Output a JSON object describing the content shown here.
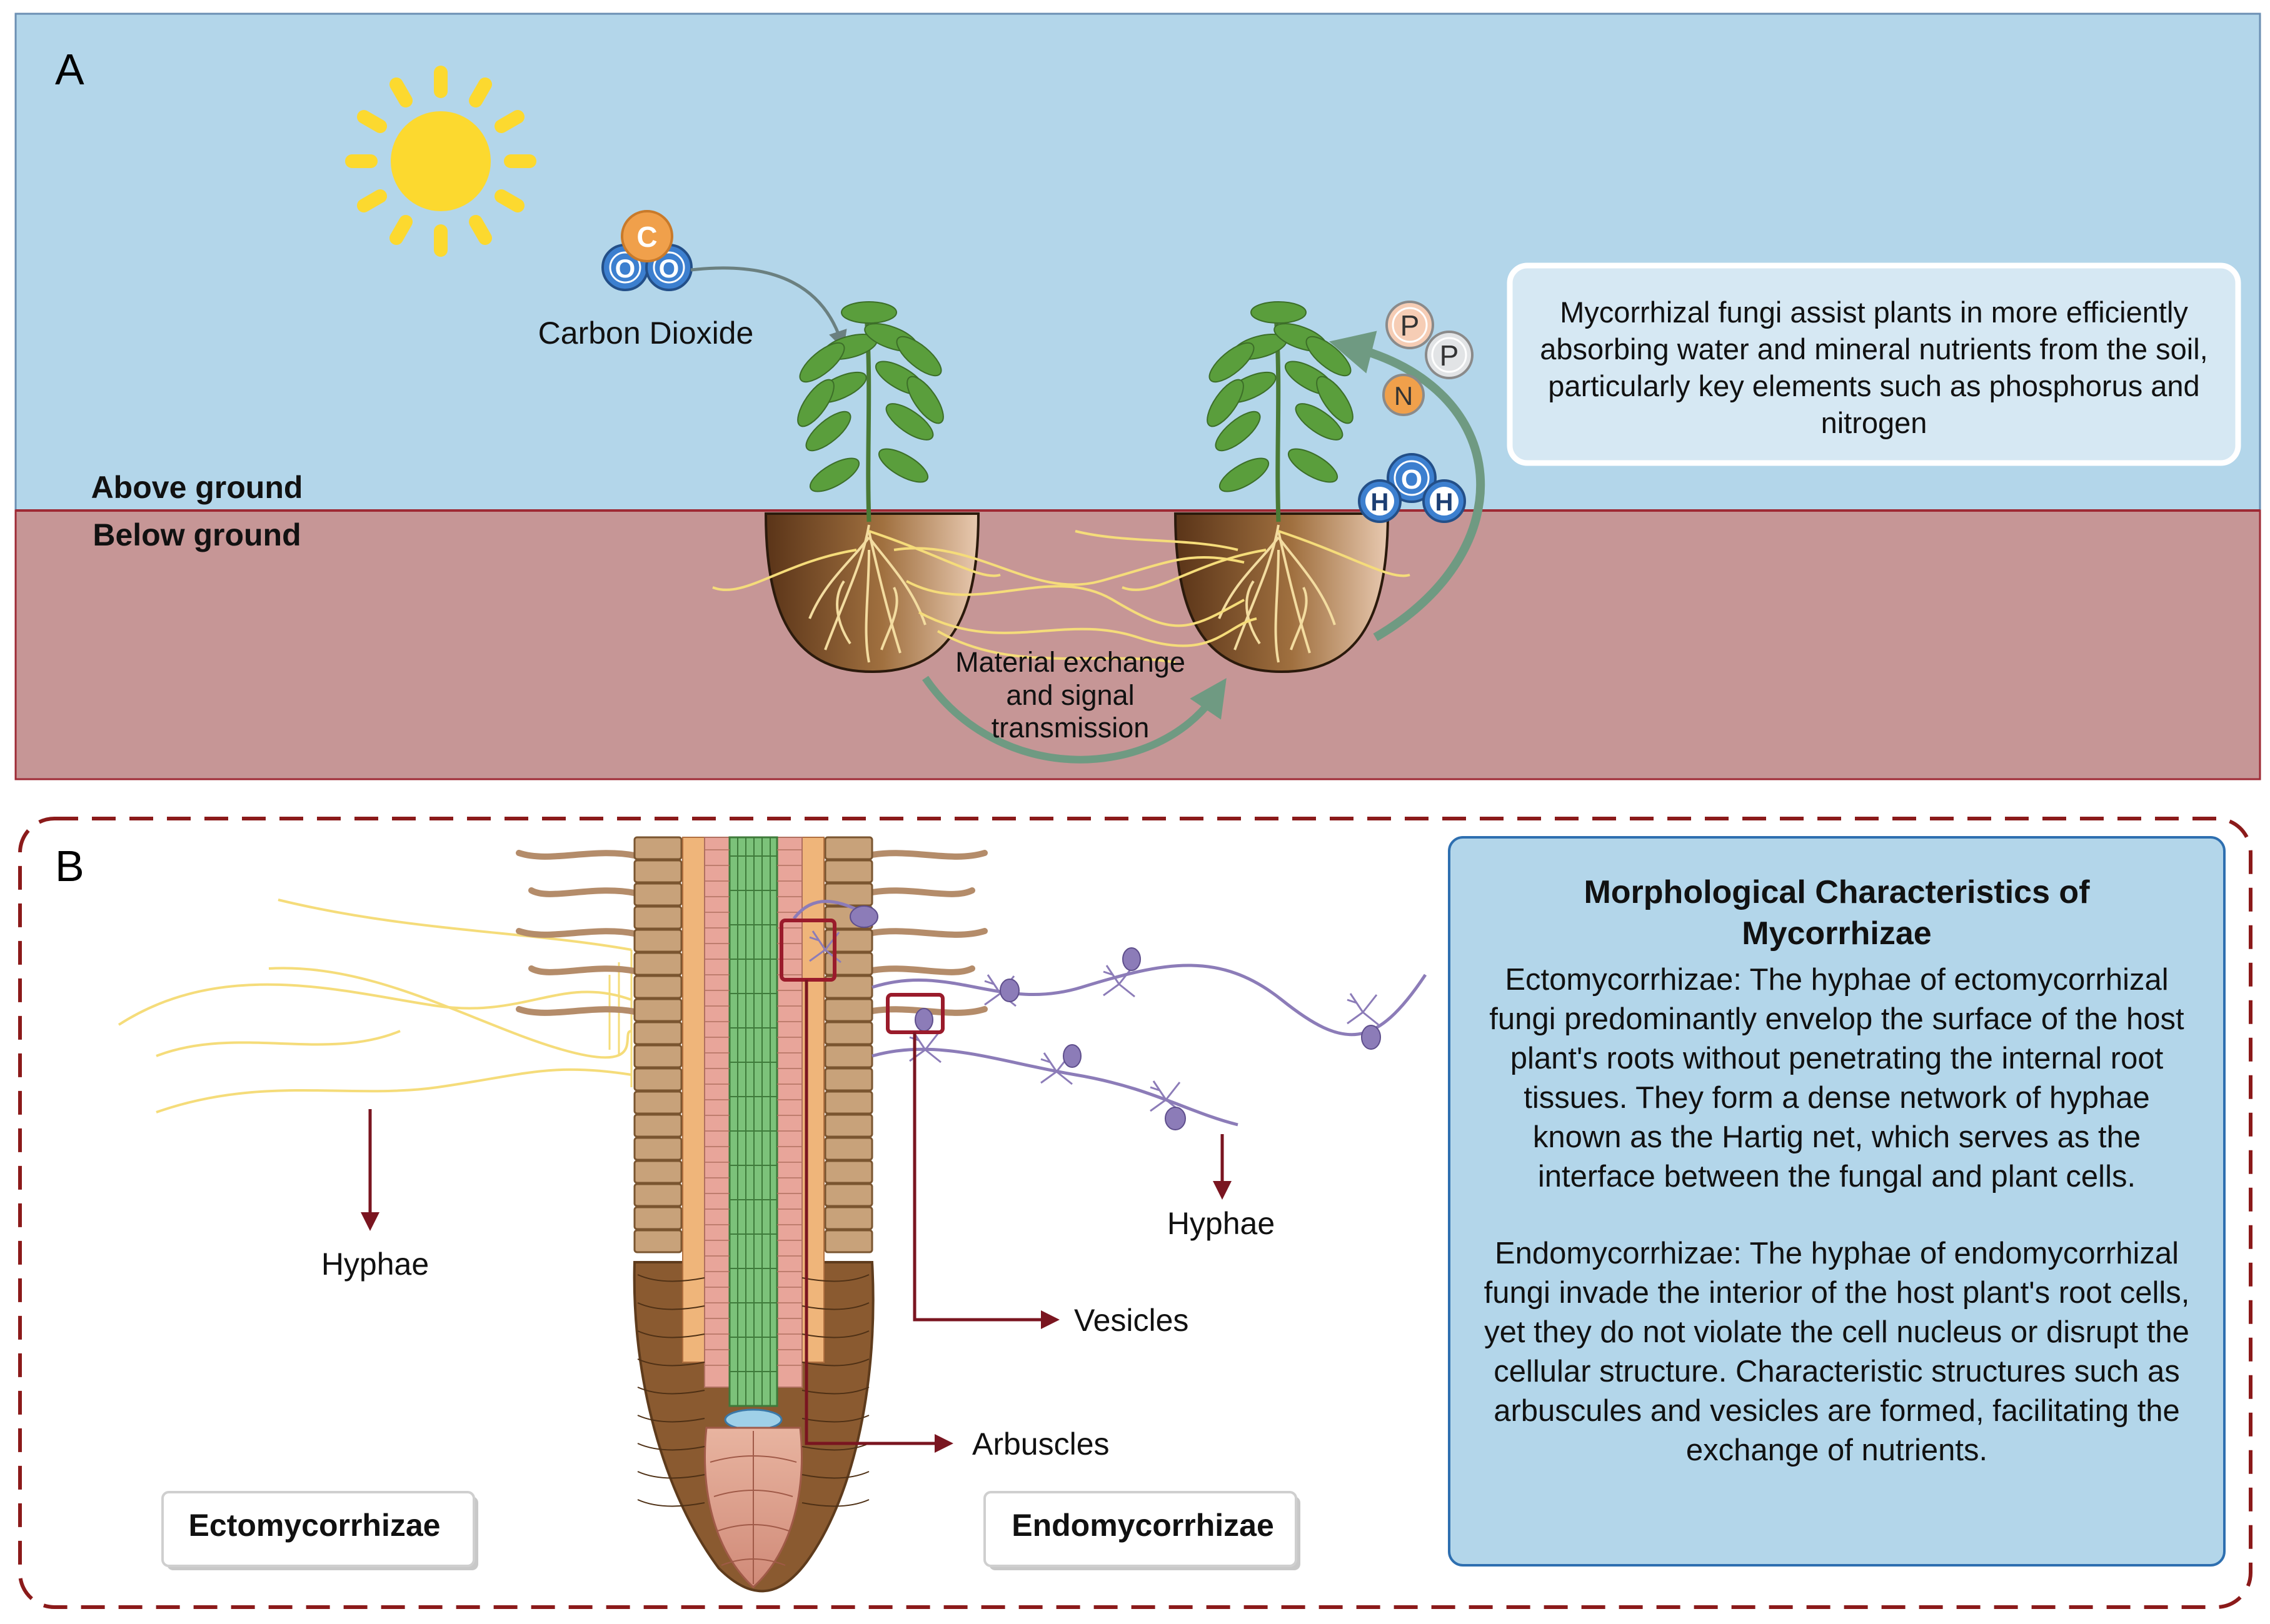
{
  "panel_a": {
    "letter": "A",
    "labels": {
      "above_ground": "Above ground",
      "below_ground": "Below ground",
      "carbon_dioxide": "Carbon Dioxide",
      "exchange_1": "Material exchange",
      "exchange_2": "and signal",
      "exchange_3": "transmission"
    },
    "molecules": {
      "carbon": "C",
      "oxygen": "O",
      "phosphorus": "P",
      "nitrogen": "N",
      "hydrogen": "H"
    },
    "info_box": "Mycorrhizal fungi assist plants in more efficiently absorbing water and mineral nutrients from the soil, particularly key elements such as phosphorus and nitrogen"
  },
  "panel_b": {
    "letter": "B",
    "labels": {
      "hyphae_left": "Hyphae",
      "hyphae_right": "Hyphae",
      "vesicles": "Vesicles",
      "arbuscles": "Arbuscles"
    },
    "tags": {
      "ecto": "Ectomycorrhizae",
      "endo": "Endomycorrhizae"
    },
    "info": {
      "title": "Morphological Characteristics of Mycorrhizae",
      "para1": "Ectomycorrhizae: The hyphae of ectomycorrhizal fungi predominantly envelop the surface of the host plant's roots without penetrating the internal root tissues. They form a dense network of hyphae known as the Hartig net, which serves as the interface between the fungal and plant cells.",
      "para2": "Endomycorrhizae: The hyphae of endomycorrhizal fungi invade the interior of the host plant's root cells, yet they do not violate the cell nucleus or disrupt the cellular structure. Characteristic structures such as arbuscules and vesicles are formed, facilitating the exchange of nutrients."
    }
  },
  "colors": {
    "sky": "#b3d6ea",
    "soil": "#c69696",
    "soil_border": "#9e2a35",
    "dashed_border": "#8b1a1a",
    "arrow_dark": "#7a1520",
    "info_box_b": "#b3d6ea",
    "ecto_hyphae": "#f5dc7a",
    "endo_hyphae": "#8c7cb8",
    "leaf": "#5a9e3c",
    "sun": "#fcd92f",
    "carbon": "#f0a04b",
    "oxygen": "#3c7fcf",
    "phosphorus": "#f6cdb5",
    "nitrogen": "#f0a04b",
    "pot": "#6b4324",
    "green_arrow": "#6f9a82"
  }
}
